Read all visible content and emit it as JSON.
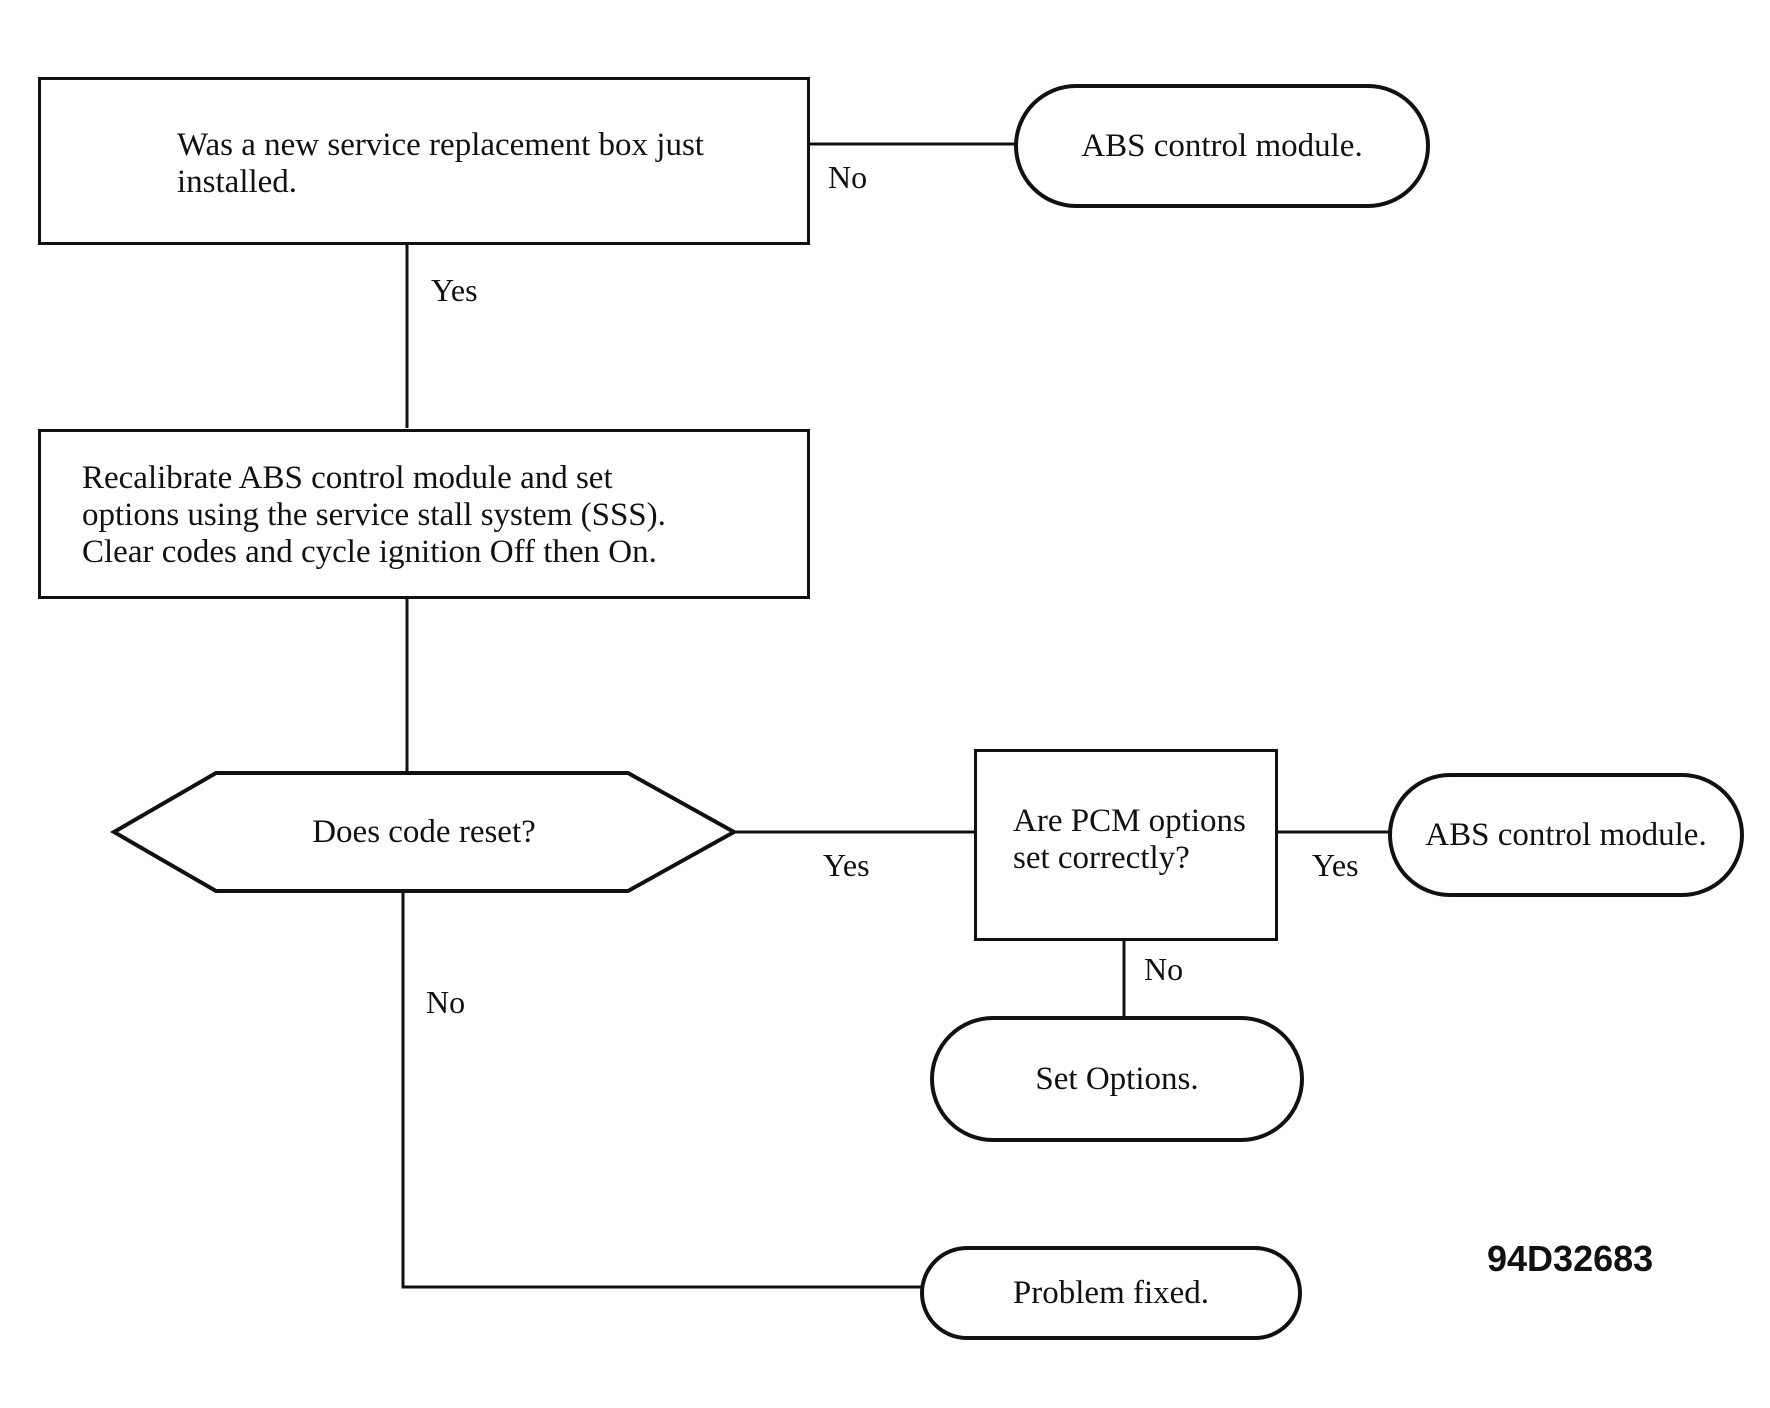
{
  "nodes": {
    "q_new_box": {
      "lines": [
        "Was a new service replacement box just",
        "installed."
      ]
    },
    "abs_module_top": {
      "text": "ABS control module."
    },
    "recalibrate": {
      "lines": [
        "Recalibrate ABS control module and set",
        "options using the service stall system (SSS).",
        "Clear codes and cycle ignition Off then On."
      ]
    },
    "q_code_reset": {
      "text": "Does code reset?"
    },
    "q_pcm_options": {
      "lines": [
        "Are PCM options",
        "set correctly?"
      ]
    },
    "abs_module_right": {
      "text": "ABS control module."
    },
    "set_options": {
      "text": "Set Options."
    },
    "problem_fixed": {
      "text": "Problem fixed."
    }
  },
  "edge_labels": {
    "new_box_no": "No",
    "new_box_yes": "Yes",
    "code_reset_yes": "Yes",
    "code_reset_no": "No",
    "pcm_yes": "Yes",
    "pcm_no": "No"
  },
  "figure_id": "94D32683"
}
